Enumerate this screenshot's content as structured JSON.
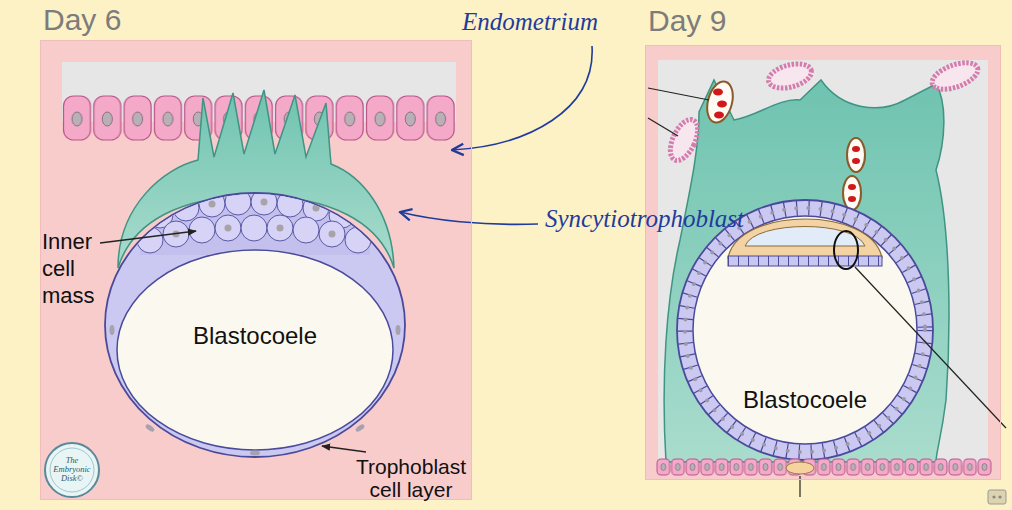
{
  "diagram": {
    "nodes": [
      {
        "text": [
          "Day 6"
        ]
      },
      {
        "text": [
          "Day 9"
        ]
      }
    ],
    "labels": [
      "Endometrium",
      "Syncytiotrophoblast",
      "Inner cell mass",
      "Blastocoele",
      "Trophoblast cell layer",
      "The Embryonic Disk©",
      "Blastocoele"
    ]
  }
}
